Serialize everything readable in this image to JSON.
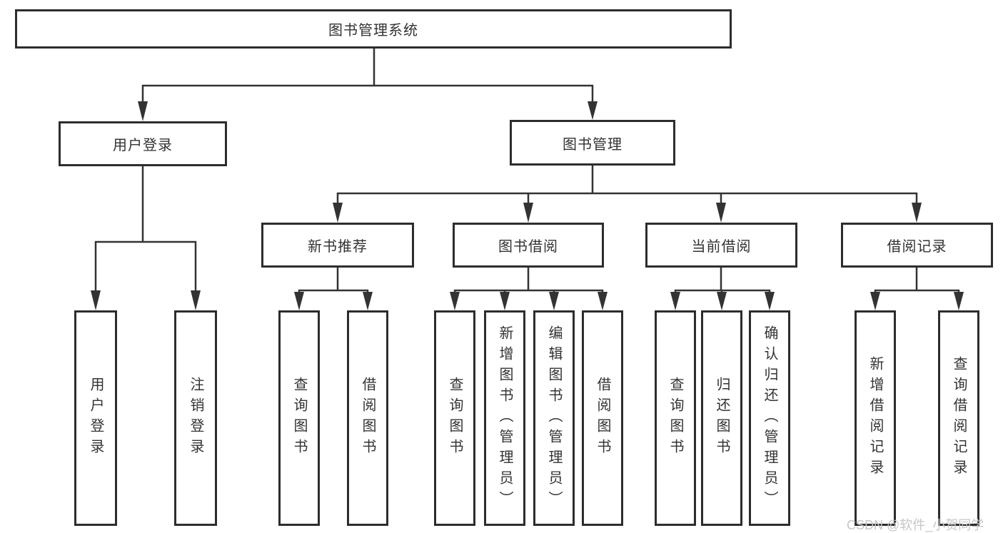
{
  "diagram": {
    "watermark": "CSDN @软件_小贺同学",
    "colors": {
      "line": "#333333",
      "border": "#2d2d2d",
      "text": "#333333",
      "background": "#ffffff",
      "watermark": "#c6c6c6"
    },
    "nodes": {
      "root": {
        "label": "图书管理系统"
      },
      "level2": [
        {
          "label": "用户登录"
        },
        {
          "label": "图书管理"
        }
      ],
      "level3": [
        {
          "label": "新书推荐"
        },
        {
          "label": "图书借阅"
        },
        {
          "label": "当前借阅"
        },
        {
          "label": "借阅记录"
        }
      ],
      "leaves": {
        "user_login": [
          {
            "label": "用户登录"
          },
          {
            "label": "注销登录"
          }
        ],
        "new_books": [
          {
            "label": "查询图书"
          },
          {
            "label": "借阅图书"
          }
        ],
        "book_borrow": [
          {
            "label": "查询图书"
          },
          {
            "label": "新增图书（管理员）"
          },
          {
            "label": "编辑图书（管理员）"
          },
          {
            "label": "借阅图书"
          }
        ],
        "current_borrow": [
          {
            "label": "查询图书"
          },
          {
            "label": "归还图书"
          },
          {
            "label": "确认归还（管理员）"
          }
        ],
        "borrow_records": [
          {
            "label": "新增借阅记录"
          },
          {
            "label": "查询借阅记录"
          }
        ]
      }
    }
  }
}
